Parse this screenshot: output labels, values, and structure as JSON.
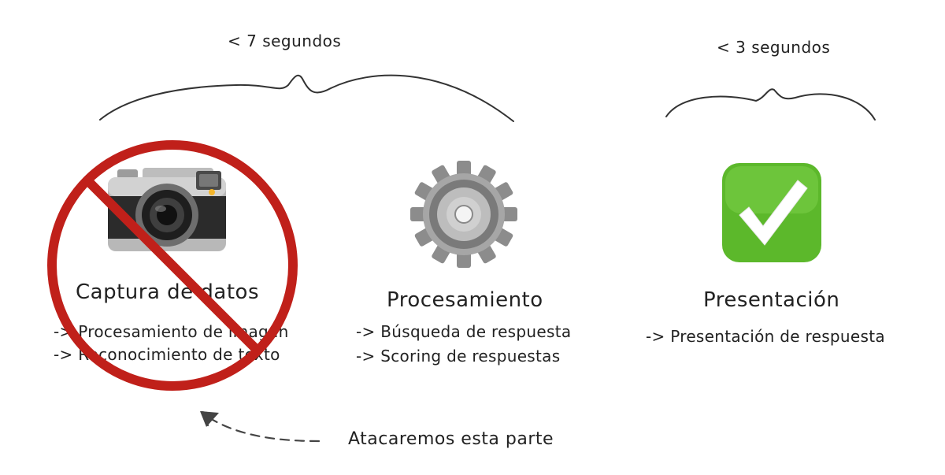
{
  "brackets": {
    "left_label": "< 7 segundos",
    "right_label": "< 3 segundos"
  },
  "stages": [
    {
      "title": "Captura de datos",
      "icon": "camera-icon",
      "bullets": [
        "-> Procesamiento de imagen",
        "-> Reconocimiento de texto"
      ],
      "crossed_out": true
    },
    {
      "title": "Procesamiento",
      "icon": "gear-icon",
      "bullets": [
        "-> Búsqueda de respuesta",
        "-> Scoring de respuestas"
      ]
    },
    {
      "title": "Presentación",
      "icon": "check-mark-icon",
      "bullets": [
        "-> Presentación de respuesta"
      ]
    }
  ],
  "annotation": "Atacaremos esta parte",
  "colors": {
    "prohibition": "#c0201a",
    "check_green": "#5cb82b",
    "stroke": "#333333"
  }
}
